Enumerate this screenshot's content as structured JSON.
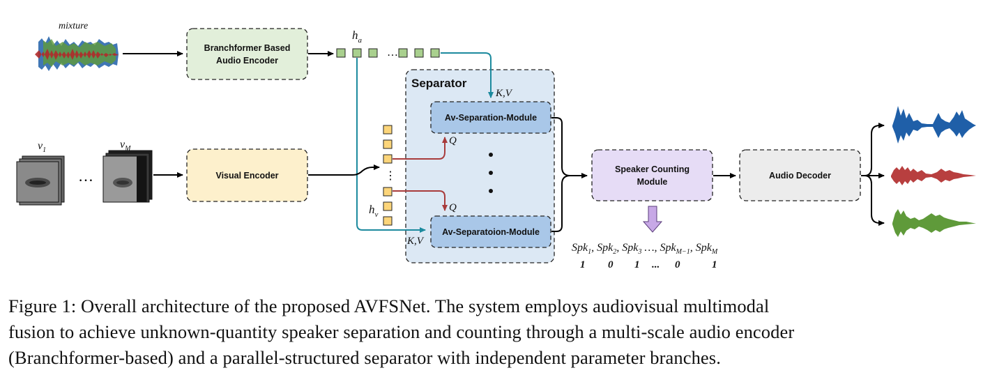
{
  "diagram": {
    "mixture_label": "mixture",
    "audio_encoder": [
      "Branchformer Based",
      "Audio Encoder"
    ],
    "visual_encoder": "Visual Encoder",
    "separator_title": "Separator",
    "av_module_1": "Av-Separation-Module",
    "av_module_2": "Av-Separatoion-Module",
    "speaker_counting": [
      "Speaker Counting",
      "Module"
    ],
    "audio_decoder": "Audio Decoder",
    "ha_label": "h",
    "ha_sub": "a",
    "hv_label": "h",
    "hv_sub": "v",
    "kv_label": "K,V",
    "q_label": "Q",
    "v1_label": "v",
    "v1_sub": "1",
    "vm_label": "v",
    "vm_sub": "M",
    "ellipsis": "…",
    "vertical_dots": "⋮",
    "spk_sequence": "Spk1, Spk2, Spk3 …, SpkM−1, SpkM",
    "spk_values": [
      "1",
      "0",
      "1",
      "...",
      "0",
      "1"
    ],
    "colors": {
      "audio_encoder_fill": "#e2efda",
      "visual_encoder_fill": "#fdf0cc",
      "separator_fill": "#dce8f4",
      "av_module_fill": "#a9c7e8",
      "speaker_counting_fill": "#e6dcf6",
      "audio_decoder_fill": "#ececec",
      "teal_arrow": "#1c8a9e",
      "red_arrow": "#a83b3b",
      "down_arrow": "#c7a8e6",
      "wave_blue": "#1f5fa8",
      "wave_red": "#b02a2a",
      "wave_green": "#5f9a3a"
    }
  },
  "caption": {
    "lines": [
      "Figure 1:  Overall architecture of the proposed AVFSNet.  The system employs audiovisual multimodal",
      "fusion to achieve unknown-quantity speaker separation and counting through a multi-scale audio encoder",
      "(Branchformer-based) and a parallel-structured separator with independent parameter branches."
    ]
  }
}
